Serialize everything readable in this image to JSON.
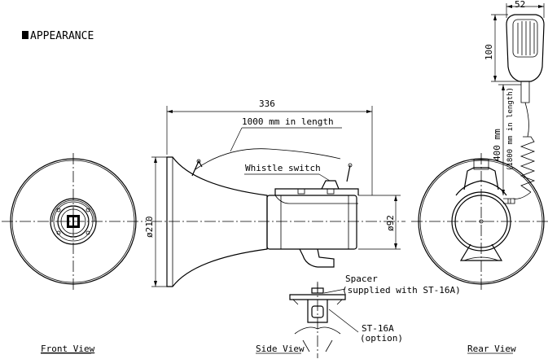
{
  "title": "APPEARANCE",
  "views": {
    "front": "Front View",
    "side": "Side View",
    "rear": "Rear View"
  },
  "dimensions": {
    "length": "336",
    "bell_diameter": "ø210",
    "body_diameter": "ø92",
    "mic_width": "52",
    "mic_height": "100",
    "cord_length": "400 mm",
    "cord_stretched": "(1800 mm in length)"
  },
  "callouts": {
    "strap": "1000 mm in length",
    "whistle": "Whistle switch",
    "spacer": "Spacer",
    "spacer_note": "(supplied with ST-16A)",
    "stand": "ST-16A",
    "stand_note": "(option)"
  }
}
